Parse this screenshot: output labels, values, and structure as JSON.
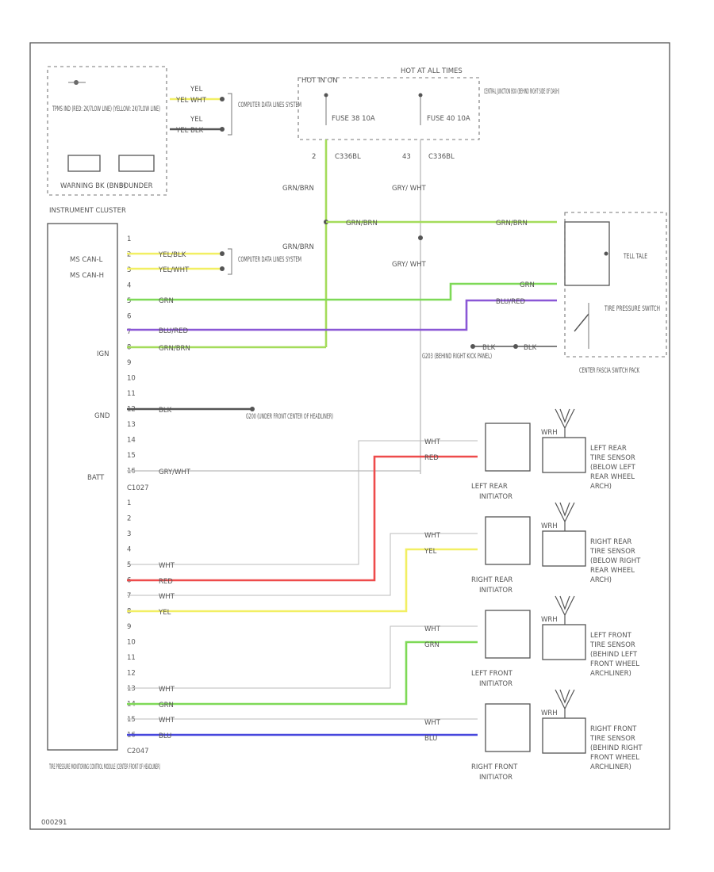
{
  "colors": {
    "grn_brn": "#a4dc5a",
    "grn": "#7ed957",
    "blu_red": "#8a57d6",
    "yel": "#f2ef63",
    "red": "#ee4b4b",
    "blu": "#4747dd",
    "blk": "#555555",
    "gry_wht": "#c6c6c6"
  },
  "instrument_cluster": {
    "title": "INSTRUMENT CLUSTER",
    "lamp_text": "TPMS IND (RED: 2K/7LOW LINE) (YELLOW: 2K/7LOW LINE)",
    "warning_label": "WARNING BK (BNB)",
    "sounder_label": "SOUNDER",
    "wire_yel": "YEL",
    "wire_yel_wht": "YEL WHT",
    "wire_yel_blk": "YEL BLK",
    "computer_data": "COMPUTER DATA LINES SYSTEM"
  },
  "fuse_box": {
    "hot_run": "HOT IN ON",
    "hot_all": "HOT AT ALL TIMES",
    "fuse1": "FUSE 38 10A",
    "fuse2": "FUSE 40 10A",
    "pin1": "2",
    "pin2": "43",
    "conn1": "C336BL",
    "conn2": "C336BL",
    "label": "CENTRAL JUNCTION BOX (BEHIND RIGHT SIDE OF DASH)"
  },
  "vertical_wires": {
    "grn_brn_1": "GRN/BRN",
    "grn_brn_2": "GRN/BRN",
    "gry_wht_1": "GRY/ WHT",
    "gry_wht_2": "GRY/ WHT",
    "grn_brn_h": "GRN/BRN",
    "grn_brn_h2": "GRN/BRN"
  },
  "module": {
    "title": "TIRE PRESSURE MONITORING CONTROL MODULE (CENTER FRONT OF HEADLINER)",
    "left_labels": {
      "ms_can_l": "MS CAN-L",
      "ms_can_h": "MS CAN-H",
      "ign": "IGN",
      "gnd": "GND",
      "batt": "BATT"
    },
    "connector_top": "C1027",
    "connector_bottom": "C2047",
    "pins_top": [
      "1",
      "2",
      "3",
      "4",
      "5",
      "6",
      "7",
      "8",
      "9",
      "10",
      "11",
      "12",
      "13",
      "14",
      "15",
      "16"
    ],
    "pins_bottom": [
      "1",
      "2",
      "3",
      "4",
      "5",
      "6",
      "7",
      "8",
      "9",
      "10",
      "11",
      "12",
      "13",
      "14",
      "15",
      "16"
    ],
    "wire_labels": {
      "yel_blk": "YEL/BLK",
      "yel_wht": "YEL/WHT",
      "grn": "GRN",
      "blu_red": "BLU/RED",
      "grn_brn": "GRN/BRN",
      "blk": "BLK",
      "gry_wht": "GRY/WHT",
      "b_wht1": "WHT",
      "b_red": "RED",
      "b_wht2": "WHT",
      "b_yel": "YEL",
      "b_wht3": "WHT",
      "b_grn": "GRN",
      "b_wht4": "WHT",
      "b_blu": "BLU"
    },
    "computer_data": "COMPUTER DATA LINES SYSTEM",
    "ground": "G200 (UNDER FRONT CENTER OF HEADLINER)"
  },
  "switch_pack": {
    "tell_tale": "TELL TALE",
    "switch": "TIRE PRESSURE SWITCH",
    "label": "CENTER FASCIA SWITCH PACK",
    "wire_grn_brn": "GRN/BRN",
    "wire_grn": "GRN",
    "wire_blu_red": "BLU/RED",
    "wire_blk": "BLK",
    "wire_blk2": "BLK",
    "ground": "G203 (BEHIND RIGHT KICK PANEL)"
  },
  "initiators": [
    {
      "label": "LEFT REAR INITIATOR",
      "wht": "WHT",
      "color_label": "RED"
    },
    {
      "label": "RIGHT REAR INITIATOR",
      "wht": "WHT",
      "color_label": "YEL"
    },
    {
      "label": "LEFT FRONT INITIATOR",
      "wht": "WHT",
      "color_label": "GRN"
    },
    {
      "label": "RIGHT FRONT INITIATOR",
      "wht": "WHT",
      "color_label": "BLU"
    }
  ],
  "sensors": [
    {
      "label": "LEFT REAR TIRE SENSOR (BELOW LEFT REAR WHEEL ARCH)",
      "tag": "WRH"
    },
    {
      "label": "RIGHT REAR TIRE SENSOR (BELOW RIGHT REAR WHEEL ARCH)",
      "tag": "WRH"
    },
    {
      "label": "LEFT FRONT TIRE SENSOR (BEHIND LEFT FRONT WHEEL ARCHLINER)",
      "tag": "WRH"
    },
    {
      "label": "RIGHT FRONT TIRE SENSOR (BEHIND RIGHT FRONT WHEEL ARCHLINER)",
      "tag": "WRH"
    }
  ],
  "footer_code": "000291"
}
